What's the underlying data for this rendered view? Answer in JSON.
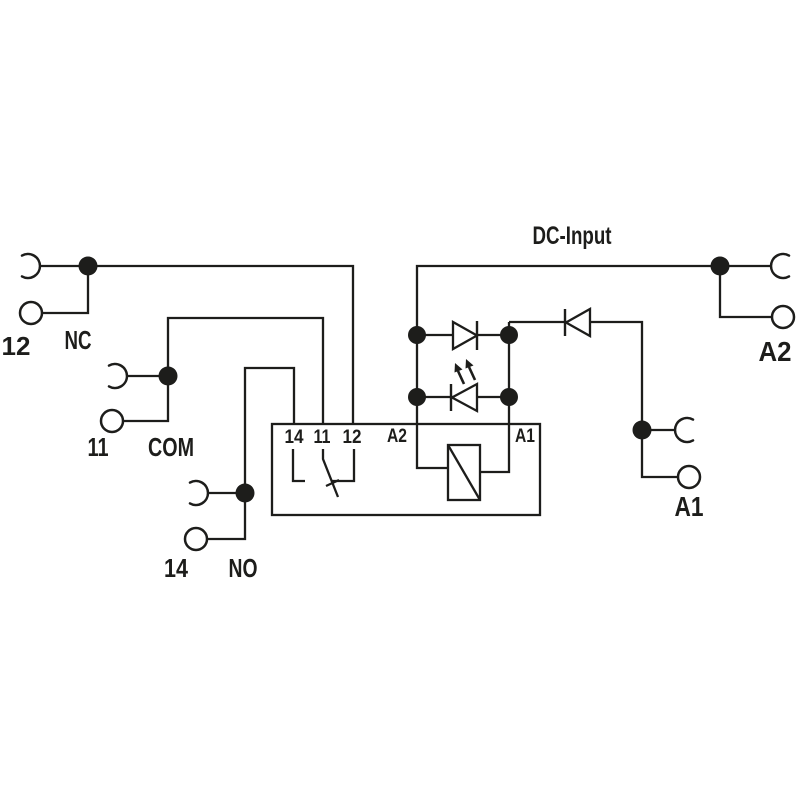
{
  "diagram": {
    "title_label": "DC-Input",
    "kind": "relay-module-wiring-schematic"
  },
  "terminals": {
    "nc": {
      "number": "12",
      "name": "NC"
    },
    "com": {
      "number": "11",
      "name": "COM"
    },
    "no": {
      "number": "14",
      "name": "NO"
    },
    "a2": {
      "name": "A2"
    },
    "a1": {
      "name": "A1"
    }
  },
  "relay_block": {
    "pin_labels": {
      "p14": "14",
      "p11": "11",
      "p12": "12",
      "pa2": "A2",
      "pa1": "A1"
    },
    "symbols": [
      "changeover-contact",
      "relay-coil",
      "reverse-polarity-diode",
      "status-led",
      "series-diode"
    ]
  },
  "colors": {
    "line": "#1d1d1b",
    "background": "#ffffff"
  }
}
